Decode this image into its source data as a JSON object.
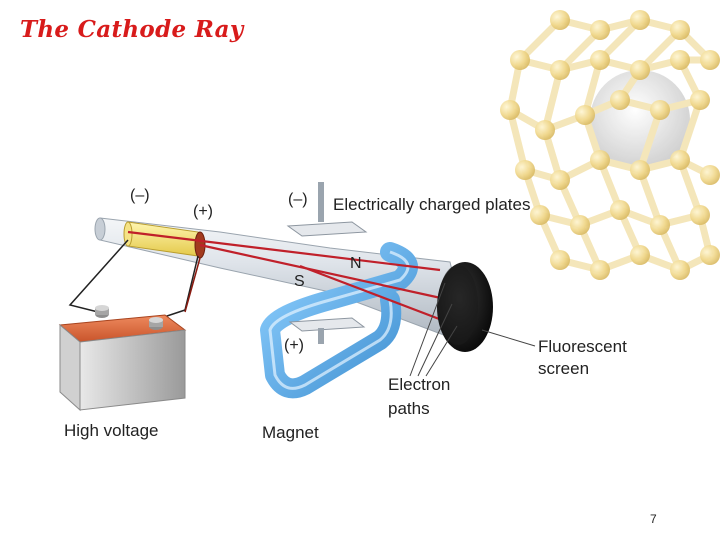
{
  "slide": {
    "title": "The Cathode Ray",
    "page_number": "7"
  },
  "diagram": {
    "labels": {
      "cathode_charge": "(–)",
      "anode_charge": "(+)",
      "top_plate_charge": "(–)",
      "plates": "Electrically charged plates",
      "north_pole": "N",
      "south_pole": "S",
      "bottom_plate_charge": "(+)",
      "screen_line1": "Fluorescent",
      "screen_line2": "screen",
      "paths_line1": "Electron",
      "paths_line2": "paths",
      "battery": "High voltage",
      "magnet": "Magnet"
    },
    "colors": {
      "title": "#d81b1b",
      "ray": "#c0202a",
      "magnet": "#5aa9e0",
      "battery": "#d9643a",
      "molecule": "#f1d98a"
    }
  }
}
